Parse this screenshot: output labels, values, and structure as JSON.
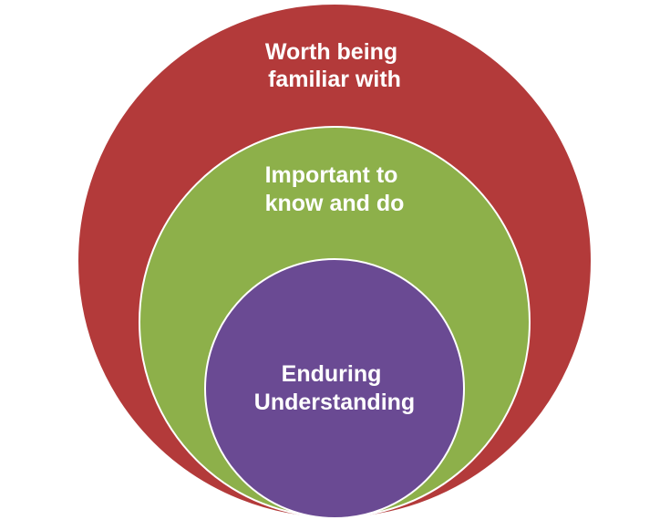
{
  "diagram": {
    "outer": {
      "line1": "Worth being",
      "line2": "familiar with",
      "color": "#b33a3a"
    },
    "middle": {
      "line1": "Important to",
      "line2": "know and do",
      "color": "#8db04a"
    },
    "inner": {
      "line1": "Enduring",
      "line2": "Understanding",
      "color": "#6a4a93"
    },
    "stroke_color": "#ffffff"
  }
}
